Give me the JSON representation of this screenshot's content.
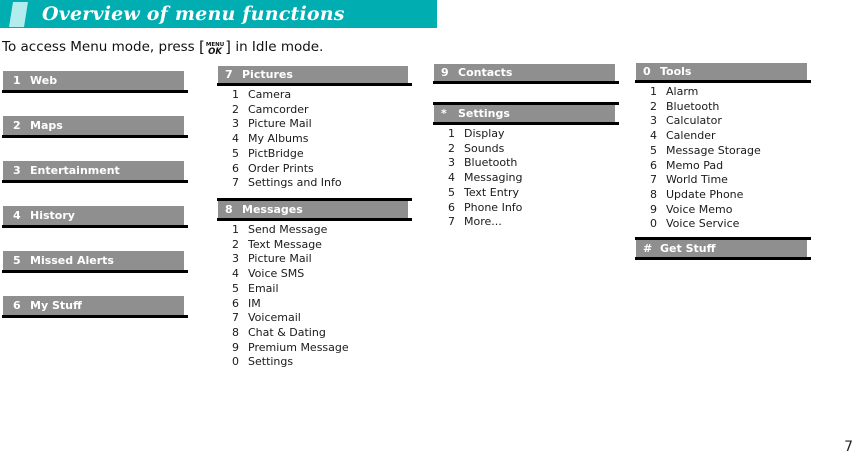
{
  "header": {
    "title": "Overview of menu functions",
    "bar_color": "#00adb0",
    "accent_color": "#b3ecec"
  },
  "instruction": {
    "before": "To access Menu mode, press ",
    "bracket_open": "[",
    "key_top": "MENU",
    "key_bottom": "OK",
    "bracket_close": "]",
    "after": " in Idle mode."
  },
  "colors": {
    "menu_bar": "#8f8f8f",
    "menu_bar_text": "#ffffff",
    "underline": "#000000",
    "item_text": "#1a1a1a"
  },
  "menus": {
    "web": {
      "num": "1",
      "label": "Web",
      "items": []
    },
    "maps": {
      "num": "2",
      "label": "Maps",
      "items": []
    },
    "entertainment": {
      "num": "3",
      "label": "Entertainment",
      "items": []
    },
    "history": {
      "num": "4",
      "label": "History",
      "items": []
    },
    "missed_alerts": {
      "num": "5",
      "label": "Missed Alerts",
      "items": []
    },
    "my_stuff": {
      "num": "6",
      "label": "My Stuff",
      "items": []
    },
    "pictures": {
      "num": "7",
      "label": "Pictures",
      "items": [
        {
          "num": "1",
          "label": "Camera"
        },
        {
          "num": "2",
          "label": "Camcorder"
        },
        {
          "num": "3",
          "label": "Picture Mail"
        },
        {
          "num": "4",
          "label": "My Albums"
        },
        {
          "num": "5",
          "label": "PictBridge"
        },
        {
          "num": "6",
          "label": "Order Prints"
        },
        {
          "num": "7",
          "label": "Settings and Info"
        }
      ]
    },
    "messages": {
      "num": "8",
      "label": "Messages",
      "items": [
        {
          "num": "1",
          "label": "Send Message"
        },
        {
          "num": "2",
          "label": "Text Message"
        },
        {
          "num": "3",
          "label": "Picture Mail"
        },
        {
          "num": "4",
          "label": "Voice SMS"
        },
        {
          "num": "5",
          "label": "Email"
        },
        {
          "num": "6",
          "label": "IM"
        },
        {
          "num": "7",
          "label": "Voicemail"
        },
        {
          "num": "8",
          "label": "Chat & Dating"
        },
        {
          "num": "9",
          "label": "Premium Message"
        },
        {
          "num": "0",
          "label": "Settings"
        }
      ]
    },
    "contacts": {
      "num": "9",
      "label": "Contacts",
      "items": []
    },
    "settings": {
      "num": "*",
      "label": "Settings",
      "items": [
        {
          "num": "1",
          "label": "Display"
        },
        {
          "num": "2",
          "label": "Sounds"
        },
        {
          "num": "3",
          "label": "Bluetooth"
        },
        {
          "num": "4",
          "label": "Messaging"
        },
        {
          "num": "5",
          "label": "Text Entry"
        },
        {
          "num": "6",
          "label": "Phone Info"
        },
        {
          "num": "7",
          "label": "More..."
        }
      ]
    },
    "tools": {
      "num": "0",
      "label": "Tools",
      "items": [
        {
          "num": "1",
          "label": "Alarm"
        },
        {
          "num": "2",
          "label": "Bluetooth"
        },
        {
          "num": "3",
          "label": "Calculator"
        },
        {
          "num": "4",
          "label": "Calender"
        },
        {
          "num": "5",
          "label": "Message Storage"
        },
        {
          "num": "6",
          "label": "Memo Pad"
        },
        {
          "num": "7",
          "label": "World Time"
        },
        {
          "num": "8",
          "label": "Update Phone"
        },
        {
          "num": "9",
          "label": "Voice Memo"
        },
        {
          "num": "0",
          "label": "Voice Service"
        }
      ]
    },
    "get_stuff": {
      "num": "#",
      "label": "Get Stuff",
      "items": []
    }
  },
  "page": {
    "number": "7"
  }
}
